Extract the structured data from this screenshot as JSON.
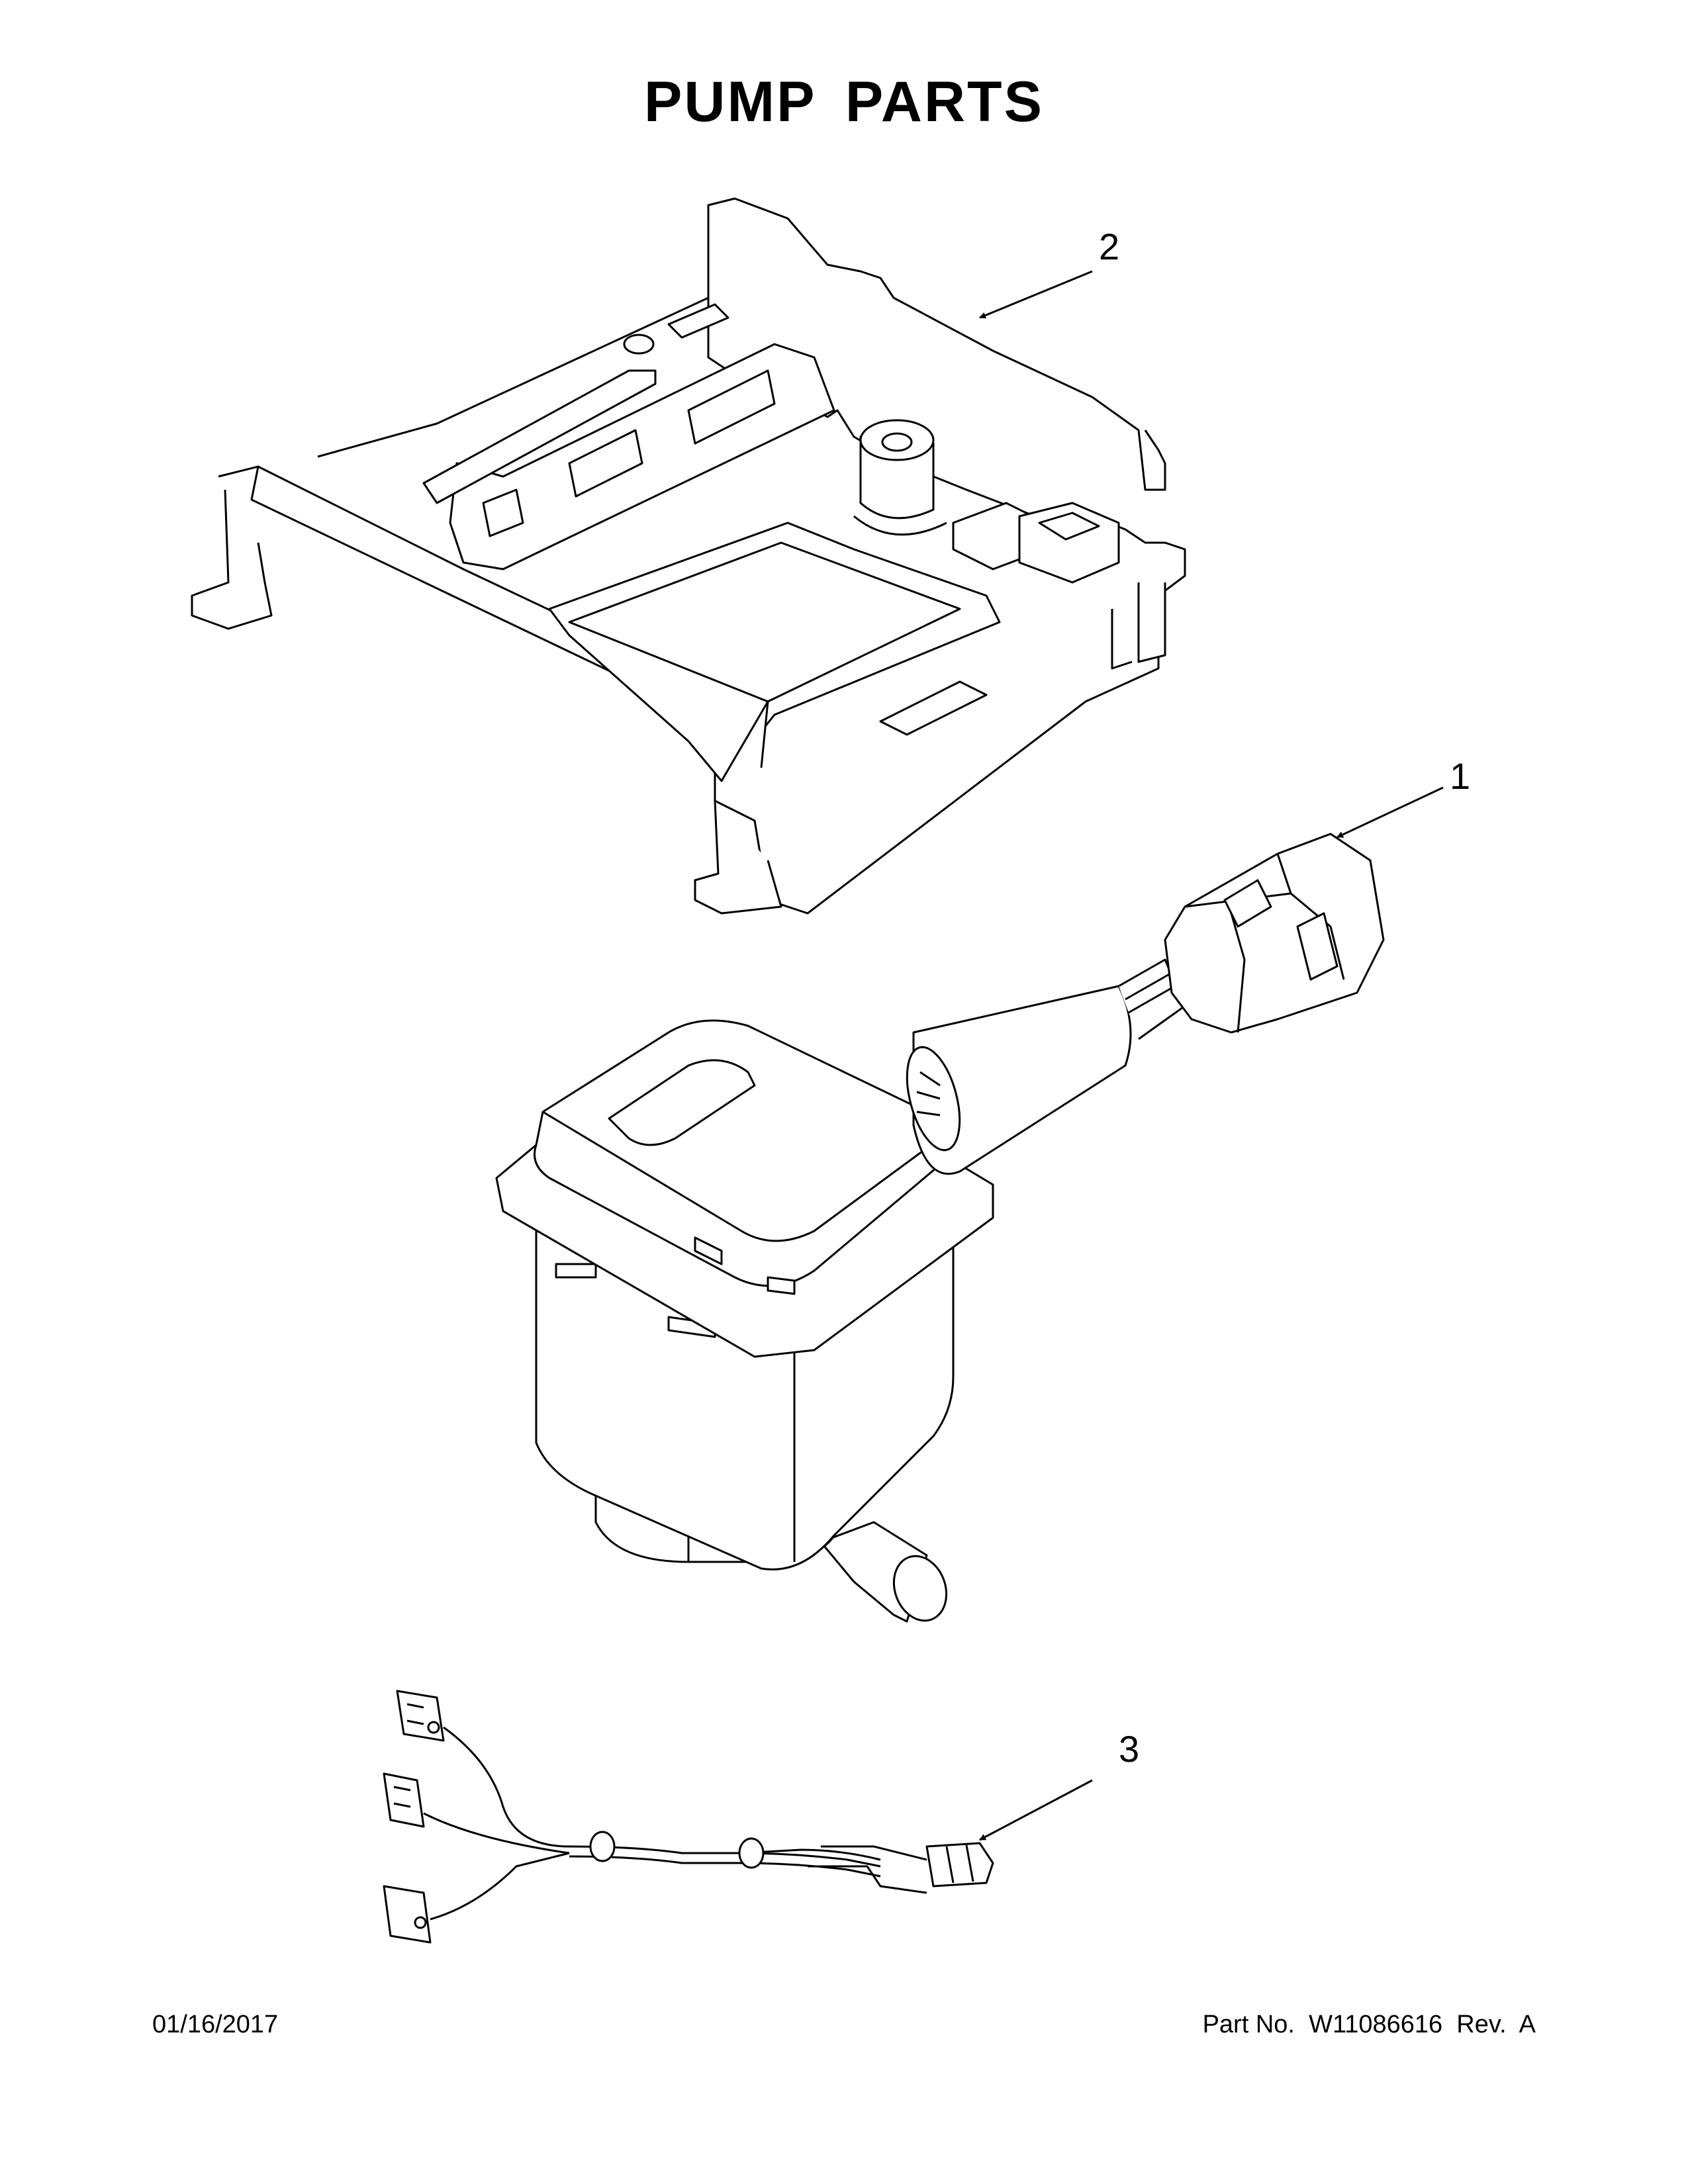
{
  "header": {
    "title": "PUMP PARTS"
  },
  "callouts": {
    "item_1": "1",
    "item_2": "2",
    "item_3": "3"
  },
  "footer": {
    "date": "01/16/2017",
    "part_number": "Part No.  W11086616  Rev.  A"
  },
  "parts": [
    {
      "name": "pump-housing-bracket",
      "callout": "2"
    },
    {
      "name": "water-pump-assembly",
      "callout": "1"
    },
    {
      "name": "wire-harness",
      "callout": "3"
    }
  ]
}
